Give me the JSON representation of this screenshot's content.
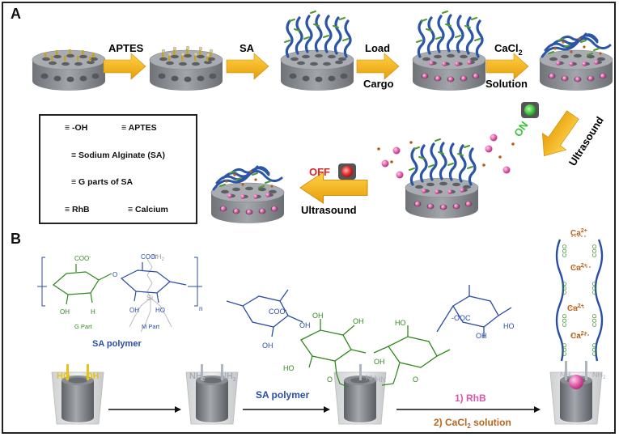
{
  "panel_a": {
    "letter": "A",
    "steps": {
      "s1": "APTES",
      "s2": "SA",
      "s3_top": "Load",
      "s3_bottom": "Cargo",
      "s4_top": "CaCl",
      "s4_sub": "2",
      "s4_bottom": "Solution",
      "on": "ON",
      "ultrasound_right": "Ultrasound",
      "off": "OFF",
      "ultrasound_bottom": "Ultrasound"
    },
    "legend": {
      "oh": "≡ -OH",
      "aptes": "≡ APTES",
      "sa": "≡ Sodium Alginate (SA)",
      "gparts": "≡ G parts of SA",
      "rhb": "≡ RhB",
      "calcium": "≡ Calcium"
    }
  },
  "panel_b": {
    "letter": "B",
    "oh1": "HO",
    "oh2": "OH",
    "nh2_1": "NH",
    "nh2_2": "NH",
    "sub2": "2",
    "g_part": "G Part",
    "m_part": "M Part",
    "sa_polymer_caption": "SA polymer",
    "sa_polymer_arrow": "SA polymer",
    "rhb_step": "1) RhB",
    "cacl_step_pre": "2) CaCl",
    "cacl_step_sub": "2",
    "cacl_step_post": " solution",
    "ca_ion": "Ca",
    "ca_charge": "2+",
    "coo": "COO",
    "coo_minus": "-",
    "nh": "NH",
    "hn": "HN",
    "ho": "HO",
    "oh": "OH",
    "o": "O",
    "h": "H",
    "n": "n",
    "si": "Si",
    "ooc": "-OOC"
  },
  "colors": {
    "arrow": "#f5b511",
    "disk": "#8a8e93",
    "disk_top": "#a9adb2",
    "alginate": "#2a55a8",
    "gpart": "#4e9a2a",
    "rhb": "#e05aa8",
    "calcium": "#b85a1a",
    "m_struct": "#2a4ea6",
    "g_struct": "#2f8a1c",
    "rhb_text": "#d957a6",
    "cacl_text": "#b8651f",
    "on_green": "#39c23a",
    "off_red": "#e02323",
    "oh_yellow": "#e6c21a"
  }
}
